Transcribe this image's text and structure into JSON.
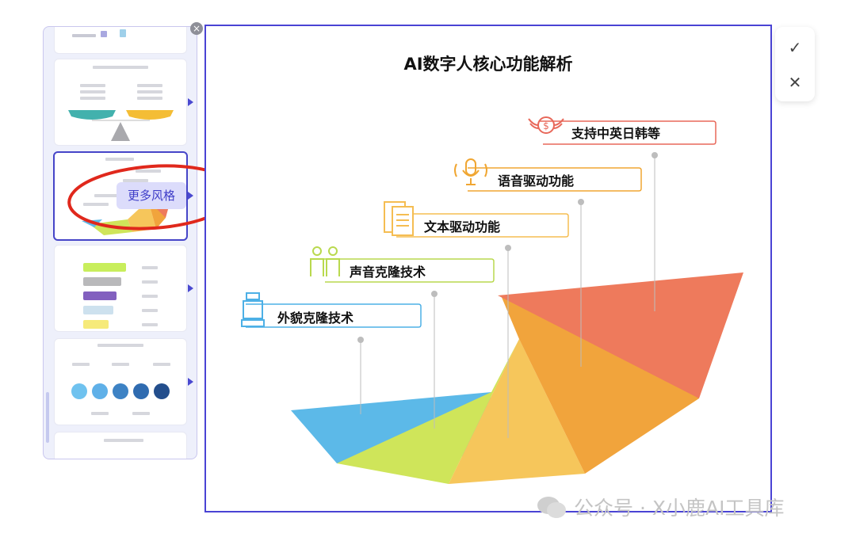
{
  "panel": {
    "more_styles_label": "更多风格"
  },
  "canvas": {
    "title": "AI数字人核心功能解析",
    "items": [
      {
        "label": "支持中英日韩等",
        "color": "#e8685a",
        "icon": "money-wings-icon"
      },
      {
        "label": "语音驱动功能",
        "color": "#f0a632",
        "icon": "microphone-icon"
      },
      {
        "label": "文本驱动功能",
        "color": "#f5bd52",
        "icon": "document-icon"
      },
      {
        "label": "声音克隆技术",
        "color": "#b9d94e",
        "icon": "people-icon"
      },
      {
        "label": "外貌克隆技术",
        "color": "#4db0e6",
        "icon": "robot-icon"
      }
    ],
    "colors": {
      "blue": "#5cb9e8",
      "green": "#cfe55a",
      "yellow": "#f6c65b",
      "orange": "#f1a43c",
      "red": "#ee7a5c"
    }
  },
  "confirm": {
    "confirm_icon": "check-icon",
    "cancel_icon": "close-icon"
  },
  "watermark": {
    "text": "公众号 · X小鹿AI工具库"
  }
}
